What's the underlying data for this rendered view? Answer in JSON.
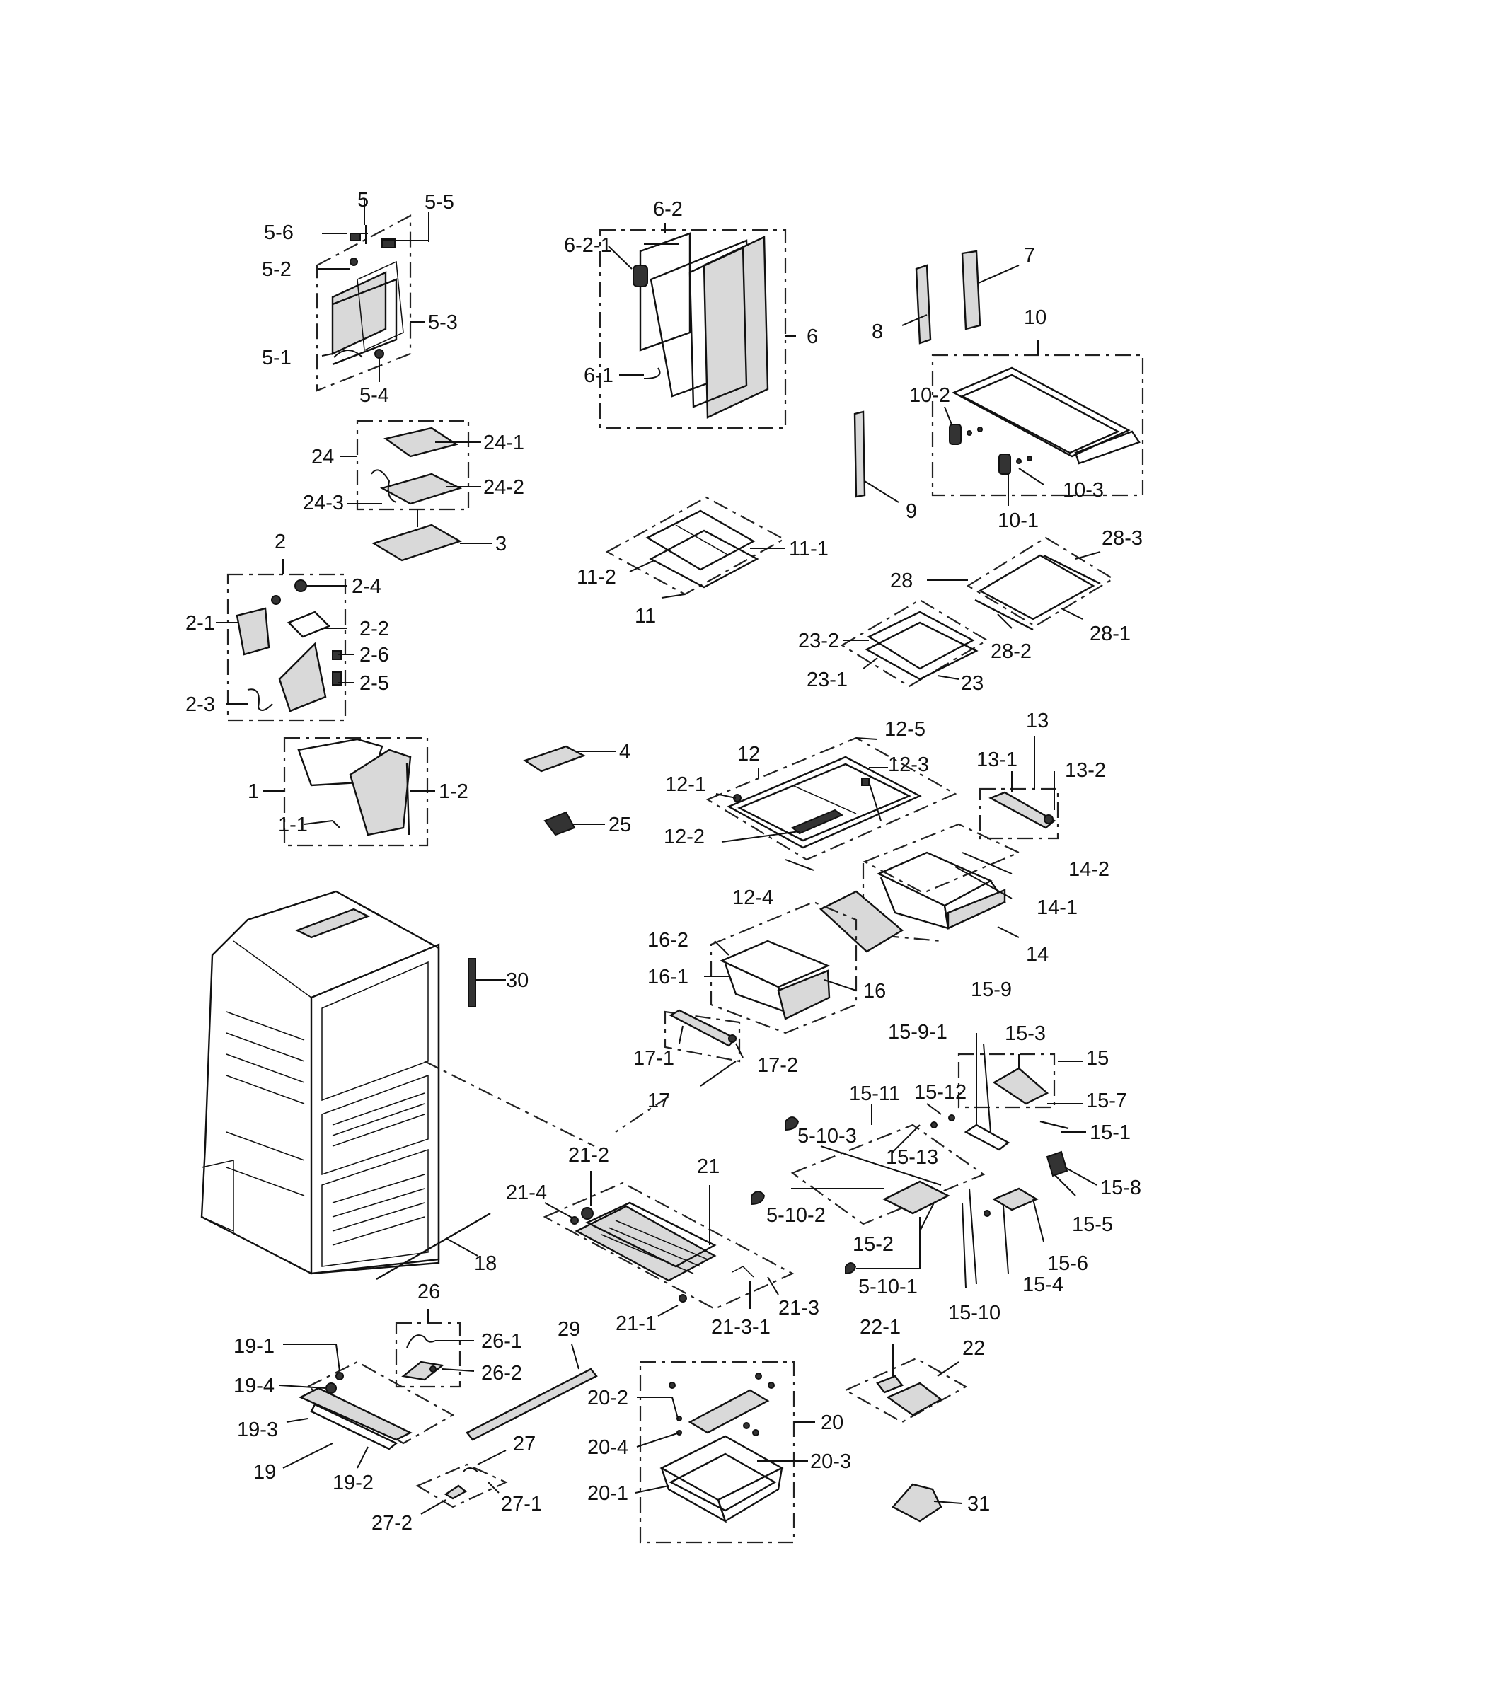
{
  "labels": {
    "l5": "5",
    "l5_5": "5-5",
    "l5_6": "5-6",
    "l5_2": "5-2",
    "l5_3": "5-3",
    "l5_1": "5-1",
    "l5_4": "5-4",
    "l6_2": "6-2",
    "l6_2_1": "6-2-1",
    "l6": "6",
    "l6_1": "6-1",
    "l7": "7",
    "l8": "8",
    "l9": "9",
    "l10": "10",
    "l10_2": "10-2",
    "l10_3": "10-3",
    "l10_1": "10-1",
    "l24": "24",
    "l24_1": "24-1",
    "l24_2": "24-2",
    "l24_3": "24-3",
    "l3": "3",
    "l2": "2",
    "l2_4": "2-4",
    "l2_1": "2-1",
    "l2_2": "2-2",
    "l2_6": "2-6",
    "l2_5": "2-5",
    "l2_3": "2-3",
    "l11": "11",
    "l11_1": "11-1",
    "l11_2": "11-2",
    "l28": "28",
    "l28_1": "28-1",
    "l28_2": "28-2",
    "l28_3": "28-3",
    "l23": "23",
    "l23_1": "23-1",
    "l23_2": "23-2",
    "l1": "1",
    "l1_1": "1-1",
    "l1_2": "1-2",
    "l4": "4",
    "l25": "25",
    "l12": "12",
    "l12_1": "12-1",
    "l12_2": "12-2",
    "l12_3": "12-3",
    "l12_4": "12-4",
    "l12_5": "12-5",
    "l13": "13",
    "l13_1": "13-1",
    "l13_2": "13-2",
    "l14": "14",
    "l14_1": "14-1",
    "l14_2": "14-2",
    "l16": "16",
    "l16_1": "16-1",
    "l16_2": "16-2",
    "l17": "17",
    "l17_1": "17-1",
    "l17_2": "17-2",
    "l30": "30",
    "l15": "15",
    "l15_1": "15-1",
    "l15_2": "15-2",
    "l15_3": "15-3",
    "l15_4": "15-4",
    "l15_5": "15-5",
    "l15_6": "15-6",
    "l15_7": "15-7",
    "l15_8": "15-8",
    "l15_9": "15-9",
    "l15_9_1": "15-9-1",
    "l15_10": "15-10",
    "l15_11": "15-11",
    "l15_12": "15-12",
    "l15_13": "15-13",
    "l5_10_1": "5-10-1",
    "l5_10_2": "5-10-2",
    "l5_10_3": "5-10-3",
    "l21": "21",
    "l21_1": "21-1",
    "l21_2": "21-2",
    "l21_3": "21-3",
    "l21_3_1": "21-3-1",
    "l21_4": "21-4",
    "l18": "18",
    "l26": "26",
    "l26_1": "26-1",
    "l26_2": "26-2",
    "l29": "29",
    "l19": "19",
    "l19_1": "19-1",
    "l19_2": "19-2",
    "l19_3": "19-3",
    "l19_4": "19-4",
    "l27": "27",
    "l27_1": "27-1",
    "l27_2": "27-2",
    "l20": "20",
    "l20_1": "20-1",
    "l20_2": "20-2",
    "l20_3": "20-3",
    "l20_4": "20-4",
    "l22": "22",
    "l22_1": "22-1",
    "l31": "31"
  }
}
